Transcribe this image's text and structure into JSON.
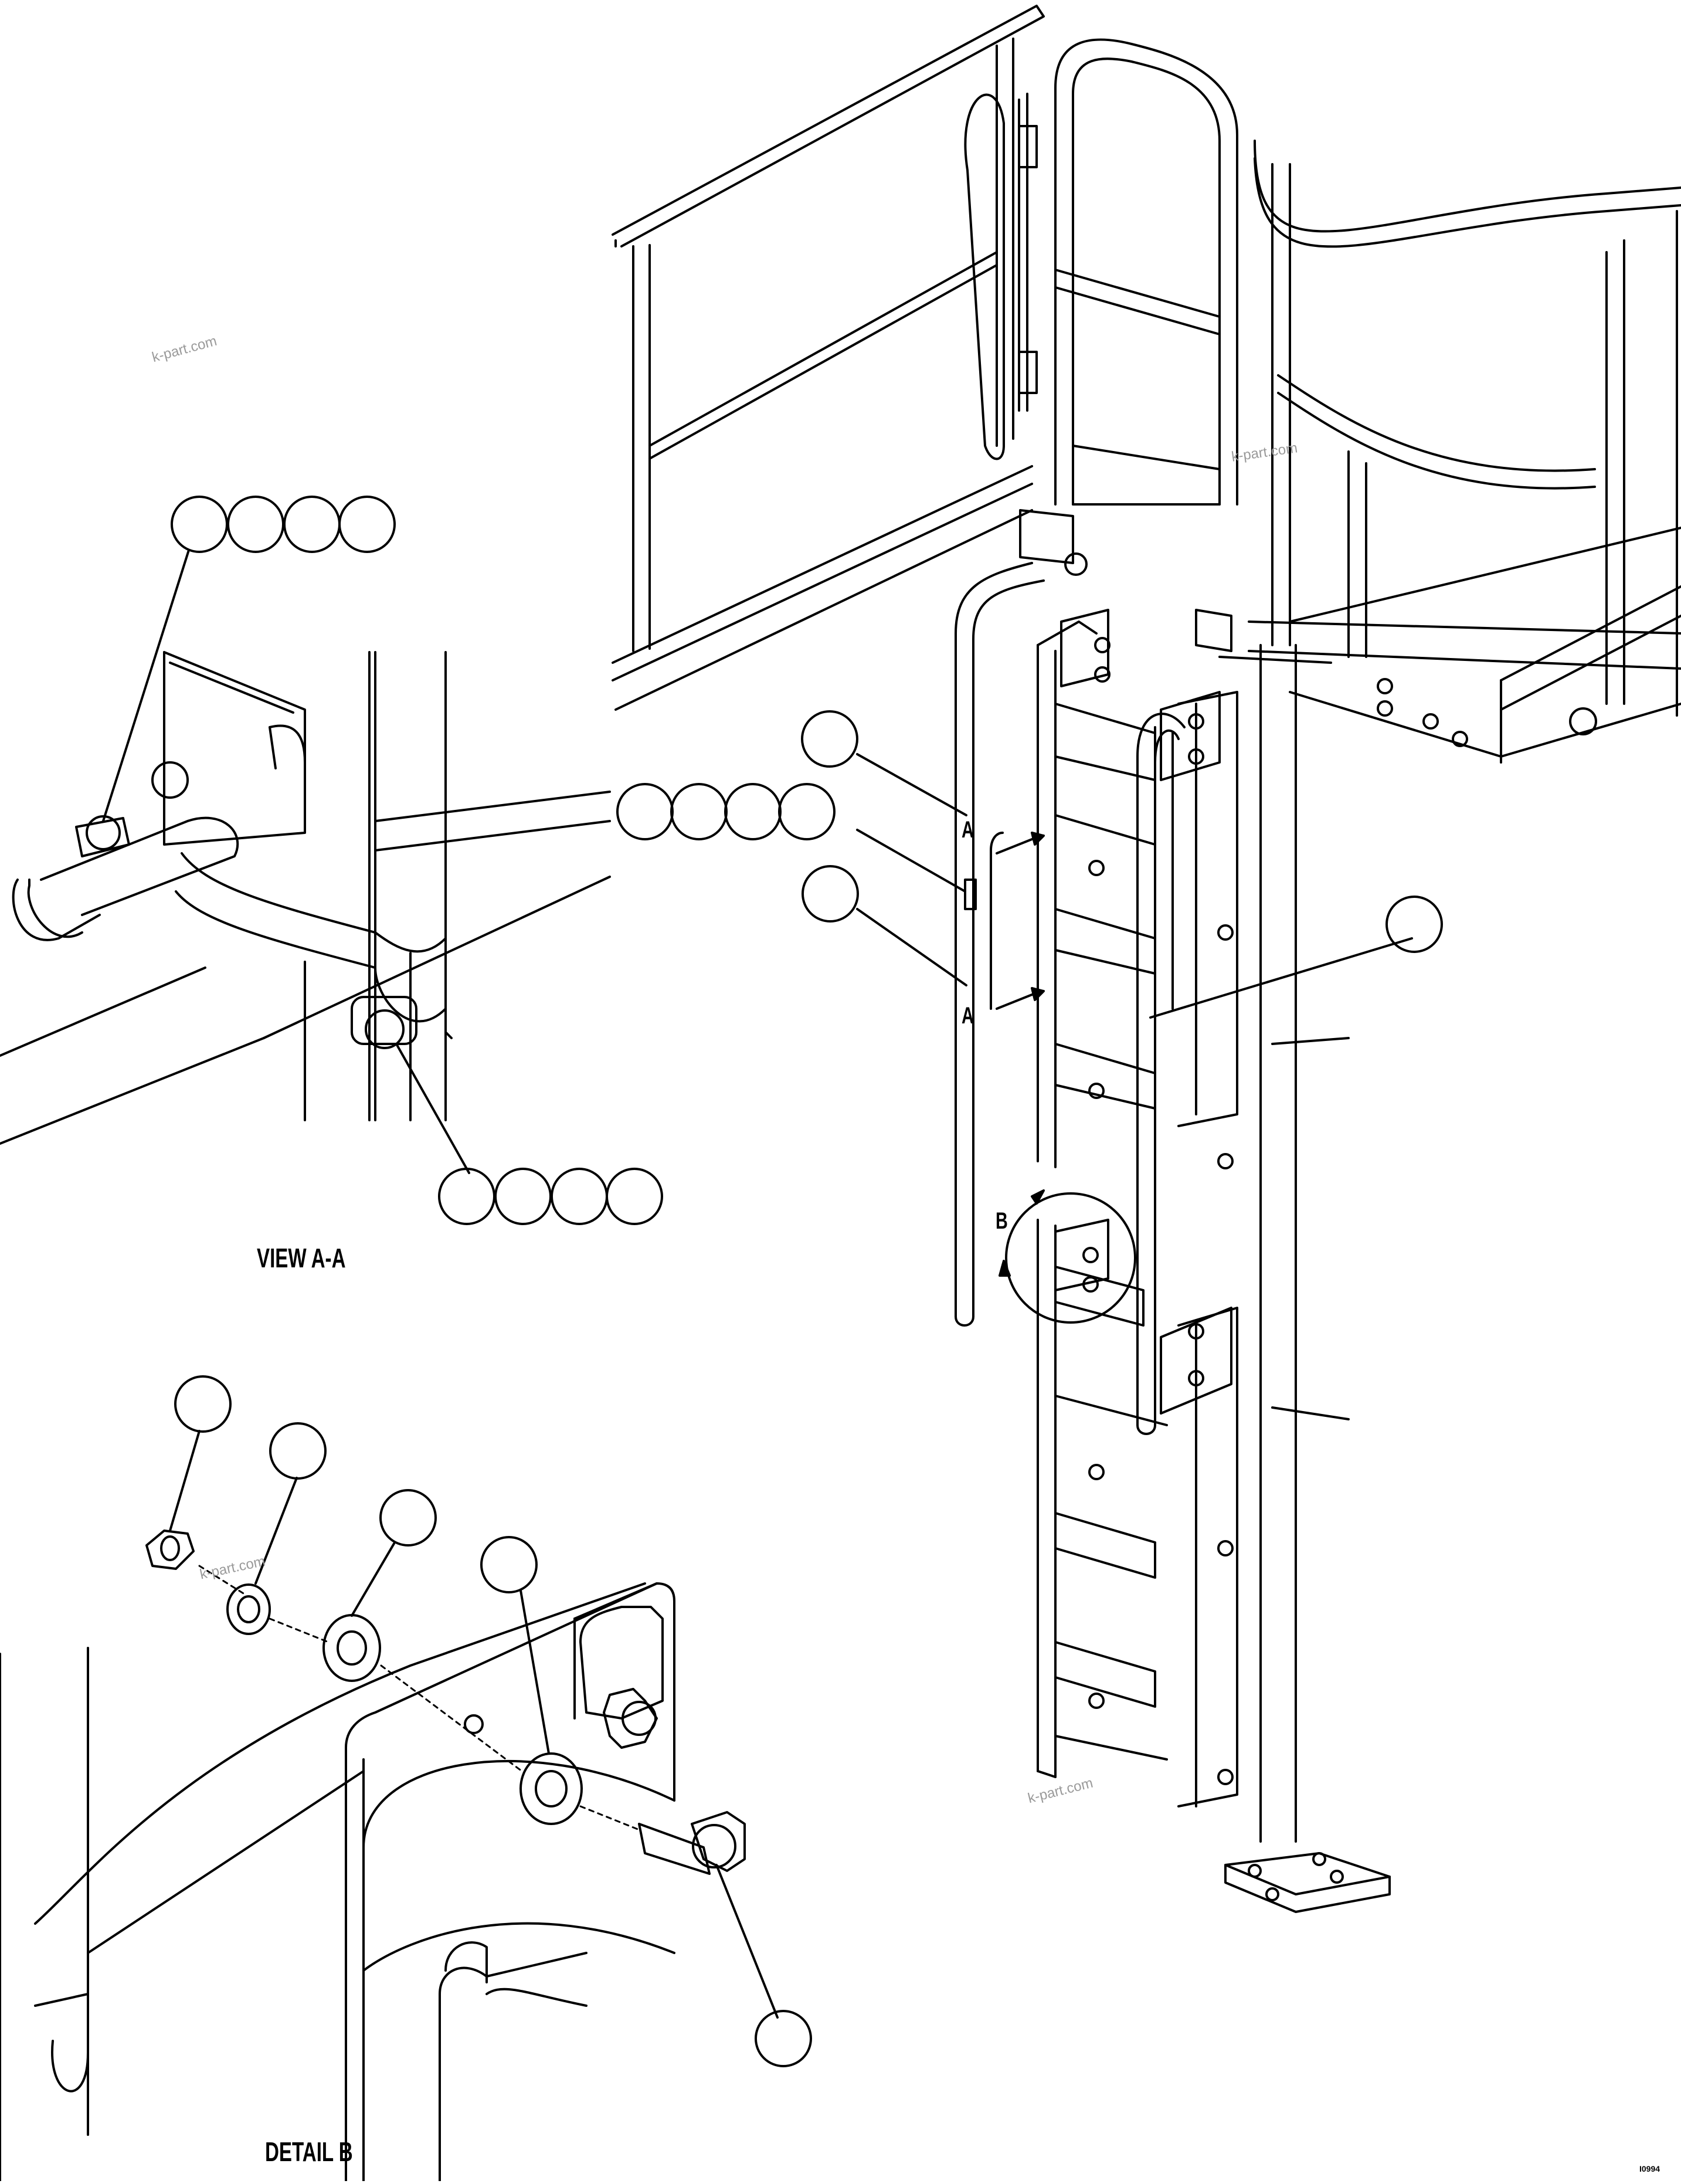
{
  "view_label": "VIEW A-A",
  "detail_label": "DETAIL B",
  "section_marks": {
    "a_top": "A",
    "a_bottom": "A",
    "b": "B"
  },
  "watermark": "k-part.com",
  "figure_id": "I0994",
  "callouts": {
    "view_top_group": [
      "",
      "",
      "",
      ""
    ],
    "view_bottom_group": [
      "",
      "",
      "",
      ""
    ],
    "main_single_top": "",
    "main_group": [
      "",
      "",
      "",
      ""
    ],
    "main_single_bottom": "",
    "main_right": "",
    "detail_nut": "",
    "detail_lockwasher": "",
    "detail_washer": "",
    "detail_spacer": "",
    "detail_bolt": ""
  },
  "colors": {
    "line": "#000000",
    "background": "#ffffff",
    "watermark": "#9a9a9a"
  }
}
